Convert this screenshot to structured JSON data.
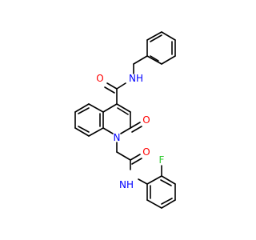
{
  "molecule": {
    "atoms": {
      "o_amide_top": {
        "symbol": "O",
        "color": "#ff0000"
      },
      "nh_benzyl": {
        "symbol": "NH",
        "color": "#0000ff"
      },
      "n_ring": {
        "symbol": "N",
        "color": "#0000ff"
      },
      "o_ring": {
        "symbol": "O",
        "color": "#ff0000"
      },
      "o_amide_bottom": {
        "symbol": "O",
        "color": "#ff0000"
      },
      "nh_anilide": {
        "symbol": "NH",
        "color": "#0000ff"
      },
      "f": {
        "symbol": "F",
        "color": "#33cc33"
      }
    },
    "colors": {
      "bond": "#000000",
      "background": "#ffffff"
    }
  }
}
